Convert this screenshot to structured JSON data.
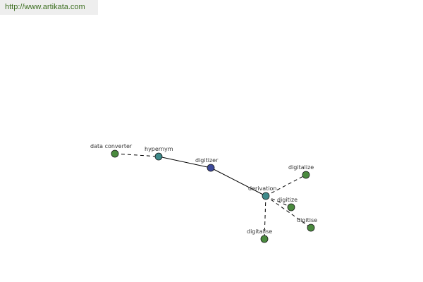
{
  "banner": {
    "url": "http://www.artikata.com"
  },
  "graph": {
    "colors": {
      "leaf": "#4a8a3e",
      "relation": "#3e8a8a",
      "center": "#3d4a9a",
      "edge": "#000000"
    },
    "nodes": [
      {
        "id": "data_converter",
        "label": "data converter",
        "kind": "leaf"
      },
      {
        "id": "hypernym",
        "label": "hypernym",
        "kind": "relation"
      },
      {
        "id": "digitizer",
        "label": "digitizer",
        "kind": "center"
      },
      {
        "id": "derivation",
        "label": "derivation",
        "kind": "relation"
      },
      {
        "id": "digitalize",
        "label": "digitalize",
        "kind": "leaf"
      },
      {
        "id": "digitize",
        "label": "digitize",
        "kind": "leaf"
      },
      {
        "id": "digitise",
        "label": "digitise",
        "kind": "leaf"
      },
      {
        "id": "digitalise",
        "label": "digitalise",
        "kind": "leaf"
      }
    ],
    "edges": [
      {
        "from": "data_converter",
        "to": "hypernym",
        "style": "dashed"
      },
      {
        "from": "hypernym",
        "to": "digitizer",
        "style": "solid"
      },
      {
        "from": "digitizer",
        "to": "derivation",
        "style": "solid"
      },
      {
        "from": "derivation",
        "to": "digitalize",
        "style": "dashed"
      },
      {
        "from": "derivation",
        "to": "digitize",
        "style": "dashed"
      },
      {
        "from": "derivation",
        "to": "digitise",
        "style": "dashed"
      },
      {
        "from": "derivation",
        "to": "digitalise",
        "style": "dashed"
      }
    ]
  }
}
